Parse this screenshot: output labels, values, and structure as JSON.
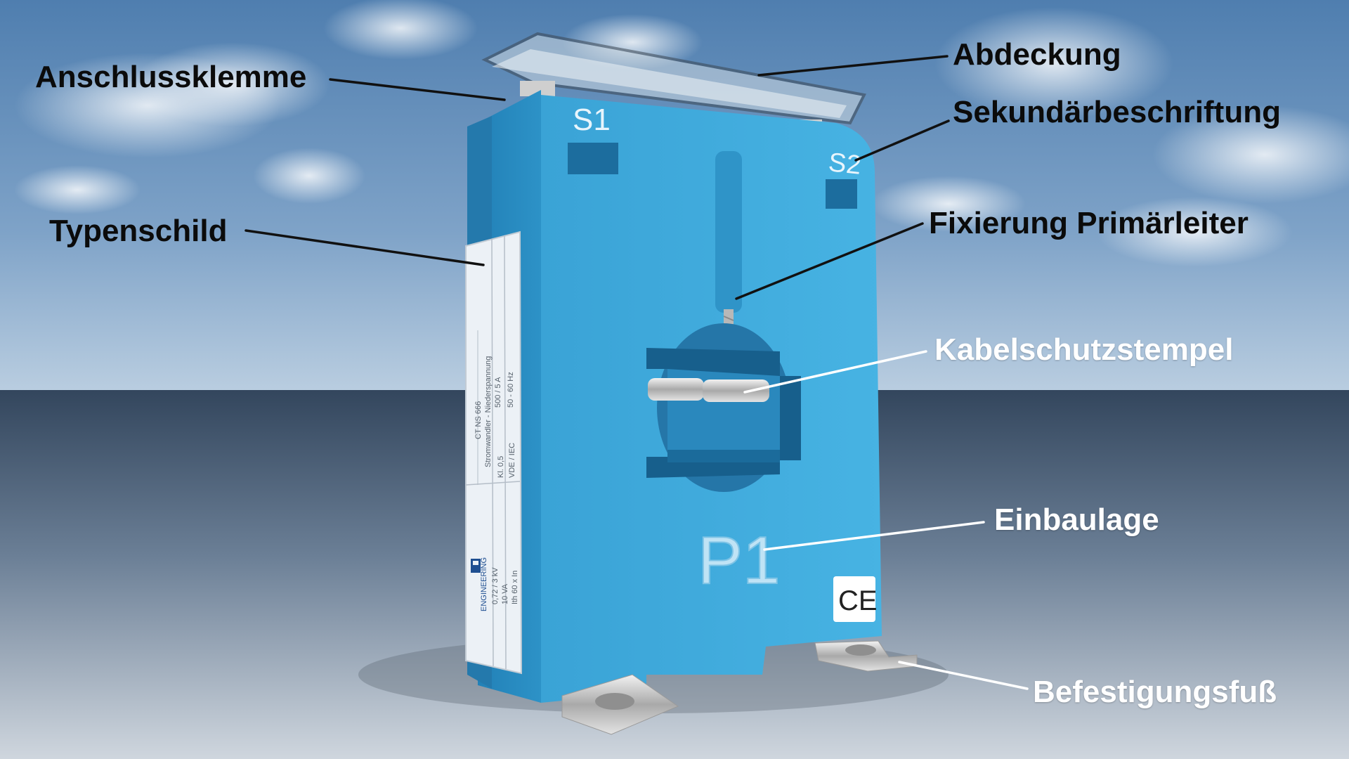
{
  "callouts": {
    "anschlussklemme": "Anschlussklemme",
    "abdeckung": "Abdeckung",
    "sekundaerbeschriftung": "Sekundärbeschriftung",
    "typenschild": "Typenschild",
    "fixierung": "Fixierung Primärleiter",
    "kabelschutzstempel": "Kabelschutzstempel",
    "einbaulage": "Einbaulage",
    "befestigungsfuss": "Befestigungsfuß"
  },
  "device": {
    "terminal_s1": "S1",
    "terminal_s2": "S2",
    "primary_mark": "P1",
    "ce_mark": "CE"
  },
  "nameplate": {
    "model": "CT NS 666",
    "type": "Stromwandler - Niederspannung",
    "ratio": "500 / 5 A",
    "class": "Kl. 0,5",
    "frequency": "50 - 60 Hz",
    "standard": "VDE / IEC",
    "voltage": "0,72 / 3 kV",
    "burden": "10 VA",
    "overcurrent": "Ith 60 x In",
    "brand": "ENGINEERING"
  },
  "colors": {
    "housing": "#3ba6da",
    "housing_dark": "#2b86b8",
    "sky": "#5b87b4",
    "ground": "#3a4e66",
    "leader_dark": "#111111",
    "leader_light": "#ffffff"
  }
}
